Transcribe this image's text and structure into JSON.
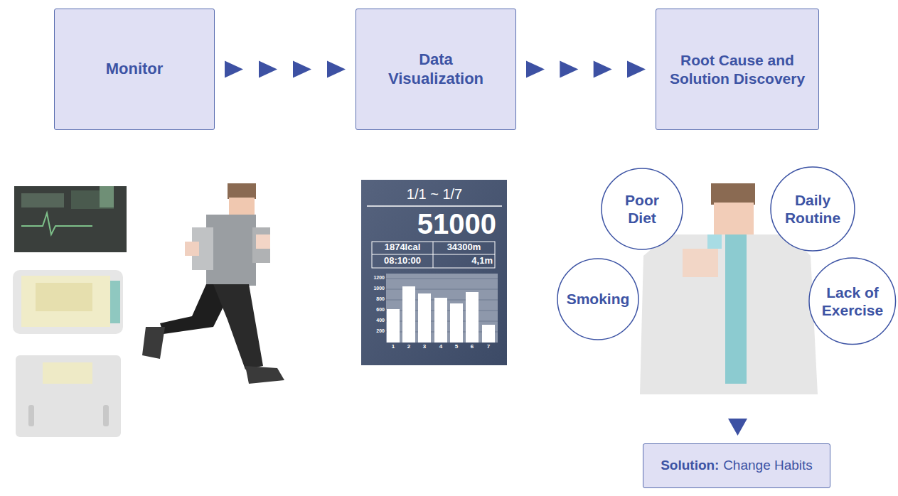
{
  "diagram": {
    "nodes": [
      {
        "text": [
          "Monitor"
        ]
      },
      {
        "text": [
          "Data Visualization"
        ]
      },
      {
        "text": [
          "Root Cause and Solution Discovery"
        ]
      },
      {
        "text": [
          "Poor Diet"
        ]
      },
      {
        "text": [
          "Daily Routine"
        ]
      },
      {
        "text": [
          "Smoking"
        ]
      },
      {
        "text": [
          "Lack of Exercise"
        ]
      },
      {
        "text": [
          "Solution:",
          "Change Habits"
        ]
      }
    ],
    "edges": [
      {
        "from": 0,
        "to": 1,
        "arrow": "to"
      },
      {
        "from": 1,
        "to": 2,
        "arrow": "to"
      }
    ],
    "labels": [
      "1/1 ~ 1/7",
      "51000",
      "1874lcal",
      "34300m",
      "08:10:00",
      "4,1m",
      "1200",
      "1000",
      "800",
      "600",
      "400",
      "200",
      "1",
      "2",
      "3",
      "4",
      "5",
      "6",
      "7"
    ]
  }
}
